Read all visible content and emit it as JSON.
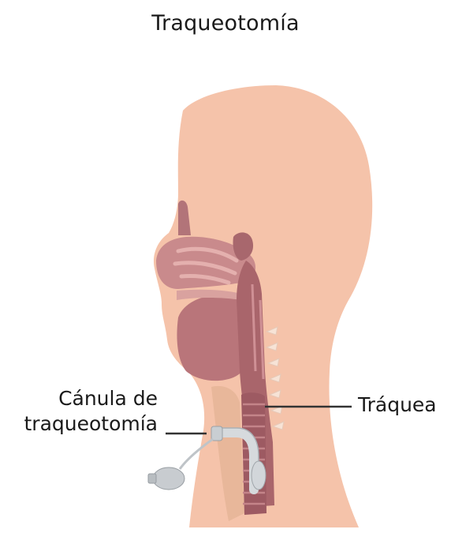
{
  "title": "Traqueotomía",
  "labels": {
    "canula_line1": "Cánula de",
    "canula_line2": "traqueotomía",
    "traquea": "Tráquea"
  },
  "colors": {
    "skin": "#f5c3aa",
    "tissue": "#b9757a",
    "tissue_dark": "#8c4d55",
    "tissue_light": "#d79c9d",
    "device": "#c8ccd0",
    "leader_line": "#333333"
  }
}
